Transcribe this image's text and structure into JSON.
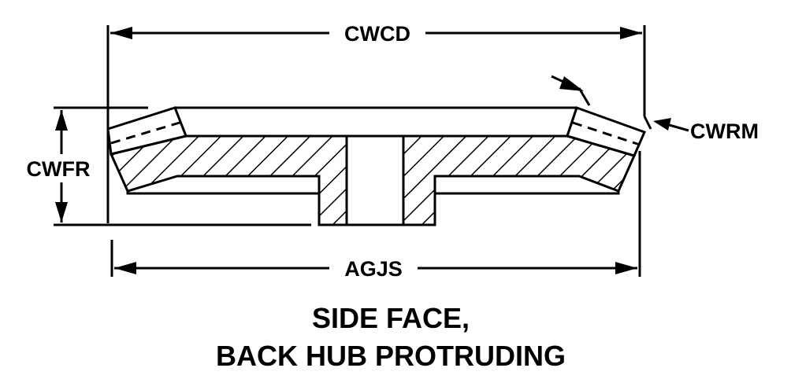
{
  "labels": {
    "cwcd": "CWCD",
    "cwfr": "CWFR",
    "cwrm": "CWRM",
    "agjs": "AGJS"
  },
  "caption": {
    "line1": "SIDE FACE,",
    "line2": "BACK HUB PROTRUDING"
  },
  "colors": {
    "ink": "#000000",
    "paper": "#ffffff"
  }
}
